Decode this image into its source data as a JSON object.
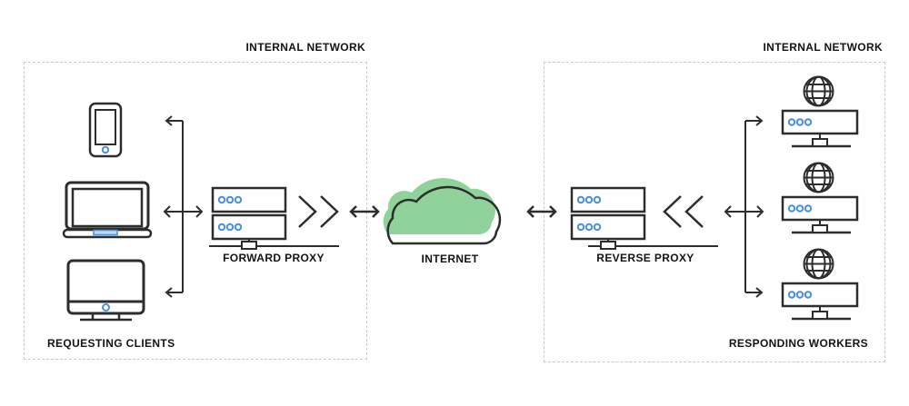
{
  "colors": {
    "accent_blue": "#4a90e2",
    "cloud_green": "#8fd39b",
    "line": "#2d2d2d",
    "border_dashed": "#c9c9c9",
    "label": "#141414",
    "notch_blue_fill": "#bcd8f3"
  },
  "left_network": {
    "title": "INTERNAL NETWORK",
    "caption": "REQUESTING CLIENTS",
    "device_icons": [
      "smartphone-icon",
      "laptop-icon",
      "desktop-computer-icon"
    ]
  },
  "forward_proxy": {
    "label": "FORWARD PROXY"
  },
  "internet": {
    "label": "INTERNET"
  },
  "reverse_proxy": {
    "label": "REVERSE PROXY"
  },
  "right_network": {
    "title": "INTERNAL NETWORK",
    "caption": "RESPONDING WORKERS",
    "worker_count": 3,
    "worker_icons": [
      "globe-icon",
      "server-icon"
    ]
  }
}
